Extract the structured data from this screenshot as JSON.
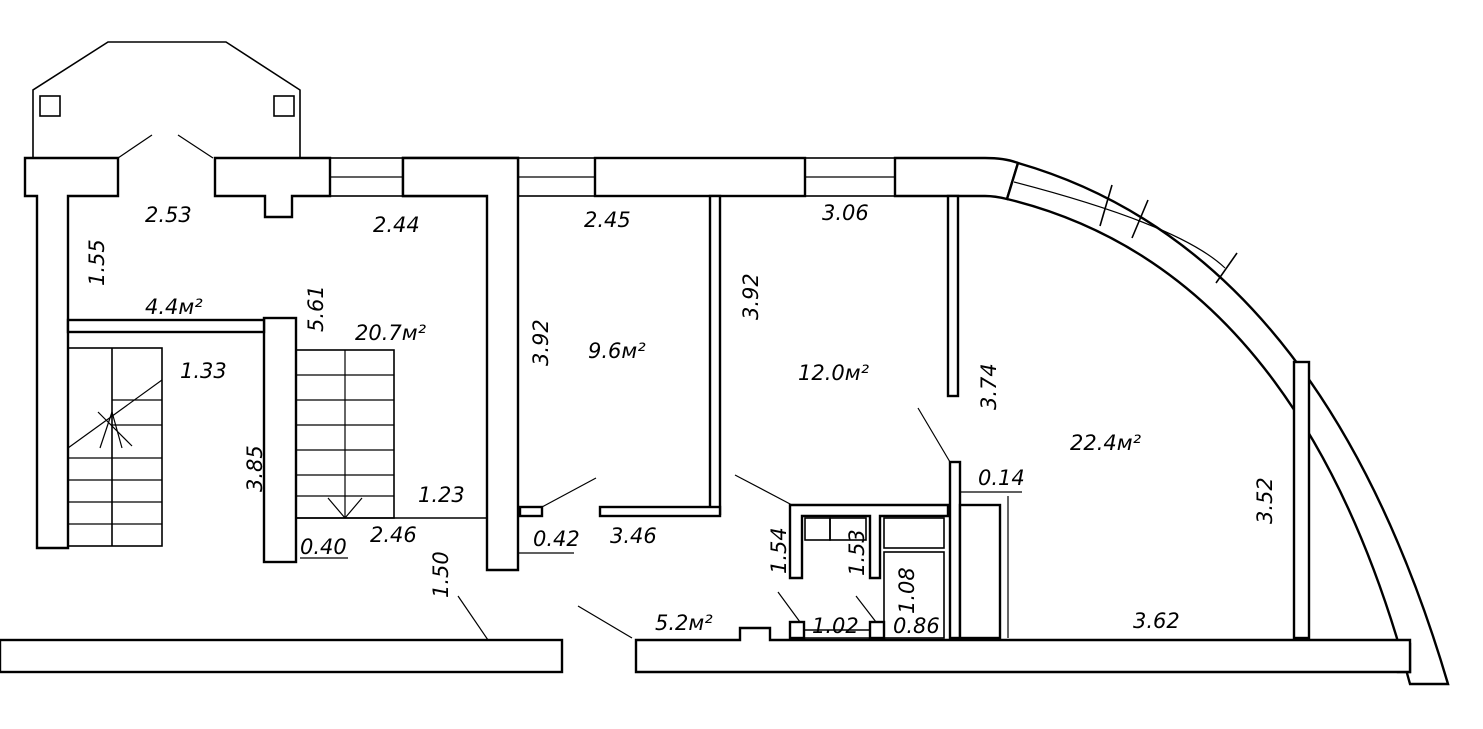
{
  "areas": {
    "hall": "4.4м²",
    "living": "20.7м²",
    "room_small": "9.6м²",
    "room_mid": "12.0м²",
    "room_big": "22.4м²",
    "corridor": "5.2м²"
  },
  "dims": {
    "d_253": "2.53",
    "d_244": "2.44",
    "d_245": "2.45",
    "d_306": "3.06",
    "d_155": "1.55",
    "d_561": "5.61",
    "d_392a": "3.92",
    "d_392b": "3.92",
    "d_374": "3.74",
    "d_133": "1.33",
    "d_385": "3.85",
    "d_123": "1.23",
    "d_040": "0.40",
    "d_246": "2.46",
    "d_042": "0.42",
    "d_346": "3.46",
    "d_014": "0.14",
    "d_352": "3.52",
    "d_154": "1.54",
    "d_153": "1.53",
    "d_108": "1.08",
    "d_102": "1.02",
    "d_086": "0.86",
    "d_150": "1.50",
    "d_362": "3.62"
  }
}
